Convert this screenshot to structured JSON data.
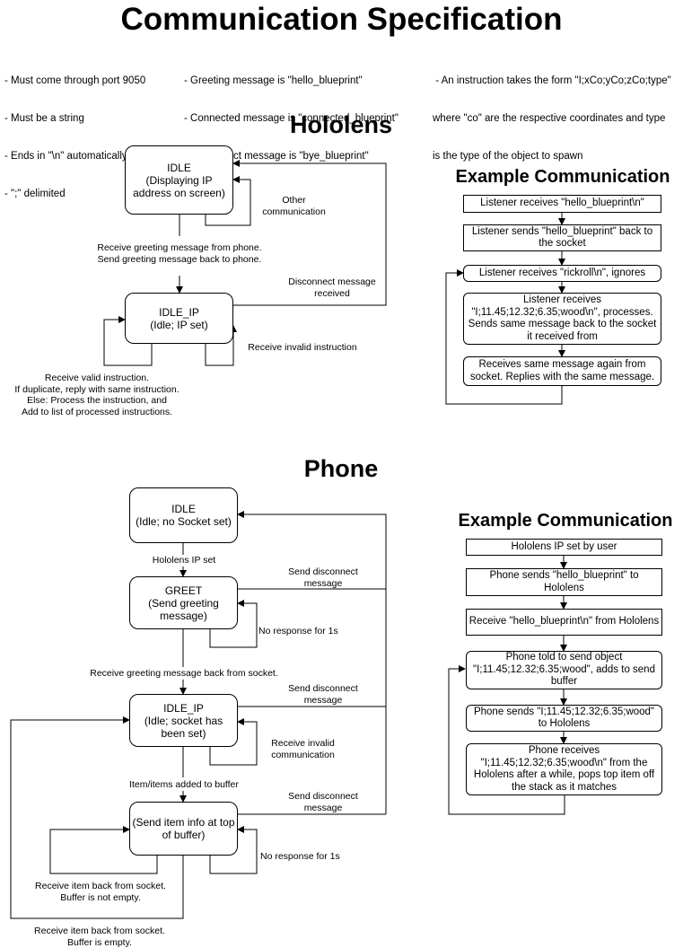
{
  "title": "Communication Specification",
  "spec": {
    "col1": [
      "- Must come through port 9050",
      "- Must be a string",
      "- Ends in \"\\n\" automatically",
      "- \";\" delimited"
    ],
    "col2": [
      "- Greeting message is \"hello_blueprint\"",
      "- Connected message is \"connected_blueprint\"",
      "- Disconnect message is \"bye_blueprint\""
    ],
    "col3": [
      " - An instruction takes the form \"I;xCo;yCo;zCo;type\"",
      "where \"co\" are the respective coordinates and type",
      "is the type of the object to spawn"
    ]
  },
  "hololens": {
    "heading": "Hololens",
    "states": {
      "idle": [
        "IDLE",
        "(Displaying IP",
        "address on screen)"
      ],
      "idle_ip": [
        "IDLE_IP",
        "(Idle; IP set)"
      ]
    },
    "labels": {
      "other_comm": "Other\ncommunication",
      "receive_greeting": "Receive greeting message from phone.\nSend greeting message back to phone.",
      "disconnect": "Disconnect message\nreceived",
      "invalid": "Receive invalid instruction",
      "valid": "Receive valid instruction.\nIf duplicate, reply with same instruction.\nElse: Process the instruction, and\nAdd to list of processed instructions."
    },
    "example": {
      "heading": "Example Communication",
      "steps": [
        "Listener receives \"hello_blueprint\\n\"",
        "Listener sends \"hello_blueprint\" back to the socket",
        "Listener receives \"rickroll\\n\", ignores",
        "Listener receives \"I;11.45;12.32;6.35;wood\\n\", processes. Sends same message back to the socket it received from",
        "Receives same message again from socket. Replies with the same message."
      ]
    }
  },
  "phone": {
    "heading": "Phone",
    "states": {
      "idle": [
        "IDLE",
        "(Idle; no Socket set)"
      ],
      "greet": [
        "GREET",
        "(Send greeting",
        "message)"
      ],
      "idle_ip": [
        "IDLE_IP",
        "(Idle; socket has",
        "been set)"
      ],
      "send": [
        "(Send item info at top",
        "of buffer)"
      ]
    },
    "labels": {
      "ip_set": "Hololens IP set",
      "disconnect_1": "Send disconnect\nmessage",
      "no_response_1": "No response for 1s",
      "greeting_back": "Receive greeting message back from socket.",
      "disconnect_2": "Send disconnect\nmessage",
      "invalid": "Receive invalid\ncommunication",
      "items_added": "Item/items added to buffer",
      "disconnect_3": "Send disconnect\nmessage",
      "no_response_2": "No response for 1s",
      "not_empty": "Receive item back from socket.\nBuffer is not empty.",
      "empty": "Receive item back from socket.\nBuffer is empty."
    },
    "example": {
      "heading": "Example Communication",
      "steps": [
        "Hololens IP set by user",
        "Phone sends \"hello_blueprint\" to Hololens",
        "Receive \"hello_blueprint\\n\" from Hololens",
        "Phone told to send object \"I;11.45;12.32;6.35;wood\", adds to send buffer",
        "Phone sends \"I;11.45;12.32;6.35;wood\" to Hololens",
        "Phone receives \"I;11.45;12.32;6.35;wood\\n\" from the Hololens after a while, pops top item off the stack as it matches"
      ]
    }
  }
}
